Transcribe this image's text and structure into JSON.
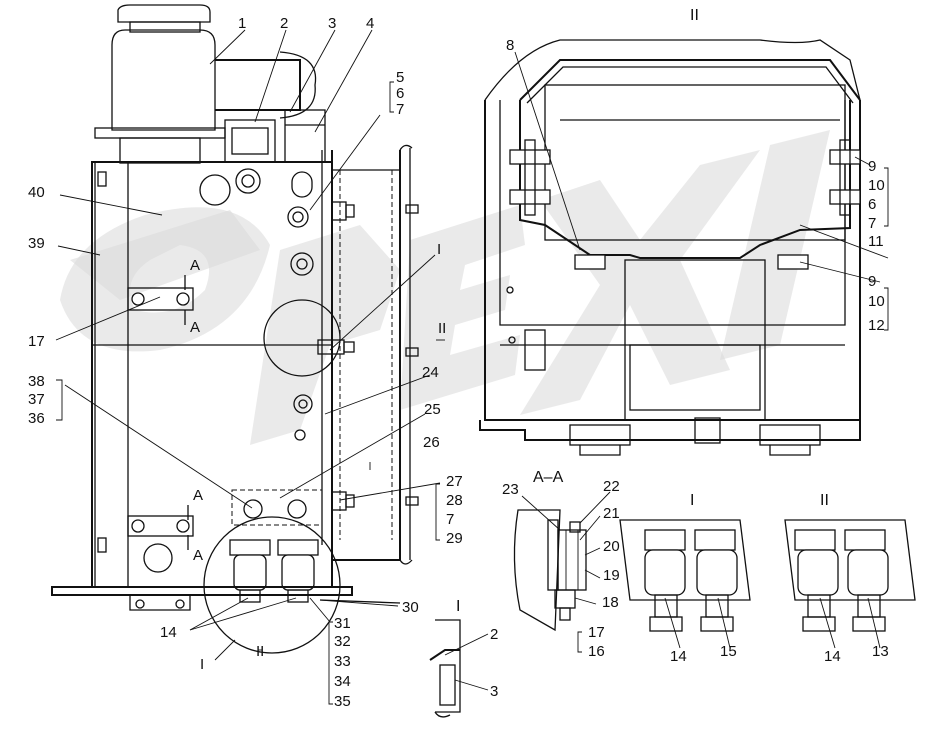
{
  "view_titles": {
    "view_ii": "II",
    "section_aa": "A–A",
    "detail_i": "I",
    "detail_ii": "II",
    "detail_i_bracket": "I"
  },
  "callouts": [
    {
      "id": "1",
      "text": "1"
    },
    {
      "id": "2",
      "text": "2"
    },
    {
      "id": "3",
      "text": "3"
    },
    {
      "id": "4",
      "text": "4"
    },
    {
      "id": "5",
      "text": "5"
    },
    {
      "id": "6",
      "text": "6"
    },
    {
      "id": "7",
      "text": "7"
    },
    {
      "id": "40",
      "text": "40"
    },
    {
      "id": "39",
      "text": "39"
    },
    {
      "id": "17a",
      "text": "17"
    },
    {
      "id": "Ia",
      "text": "I"
    },
    {
      "id": "IIarrow",
      "text": "II"
    },
    {
      "id": "38",
      "text": "38"
    },
    {
      "id": "37",
      "text": "37"
    },
    {
      "id": "36",
      "text": "36"
    },
    {
      "id": "24",
      "text": "24"
    },
    {
      "id": "25",
      "text": "25"
    },
    {
      "id": "26",
      "text": "26"
    },
    {
      "id": "27",
      "text": "27"
    },
    {
      "id": "28",
      "text": "28"
    },
    {
      "id": "7b",
      "text": "7"
    },
    {
      "id": "29",
      "text": "29"
    },
    {
      "id": "30",
      "text": "30"
    },
    {
      "id": "14a",
      "text": "14"
    },
    {
      "id": "31",
      "text": "31"
    },
    {
      "id": "32",
      "text": "32"
    },
    {
      "id": "33",
      "text": "33"
    },
    {
      "id": "34",
      "text": "34"
    },
    {
      "id": "35",
      "text": "35"
    },
    {
      "id": "Ib",
      "text": "I"
    },
    {
      "id": "IIb",
      "text": "II"
    },
    {
      "id": "A1",
      "text": "A"
    },
    {
      "id": "A2",
      "text": "A"
    },
    {
      "id": "A3",
      "text": "A"
    },
    {
      "id": "A4",
      "text": "A"
    },
    {
      "id": "8",
      "text": "8"
    },
    {
      "id": "9a",
      "text": "9"
    },
    {
      "id": "10a",
      "text": "10"
    },
    {
      "id": "6b",
      "text": "6"
    },
    {
      "id": "7c",
      "text": "7"
    },
    {
      "id": "11",
      "text": "11"
    },
    {
      "id": "9b",
      "text": "9"
    },
    {
      "id": "10b",
      "text": "10"
    },
    {
      "id": "12",
      "text": "12"
    },
    {
      "id": "23",
      "text": "23"
    },
    {
      "id": "22",
      "text": "22"
    },
    {
      "id": "21",
      "text": "21"
    },
    {
      "id": "20",
      "text": "20"
    },
    {
      "id": "19",
      "text": "19"
    },
    {
      "id": "18",
      "text": "18"
    },
    {
      "id": "17b",
      "text": "17"
    },
    {
      "id": "16",
      "text": "16"
    },
    {
      "id": "14b",
      "text": "14"
    },
    {
      "id": "15",
      "text": "15"
    },
    {
      "id": "14c",
      "text": "14"
    },
    {
      "id": "13",
      "text": "13"
    },
    {
      "id": "2b",
      "text": "2"
    },
    {
      "id": "3b",
      "text": "3"
    }
  ]
}
